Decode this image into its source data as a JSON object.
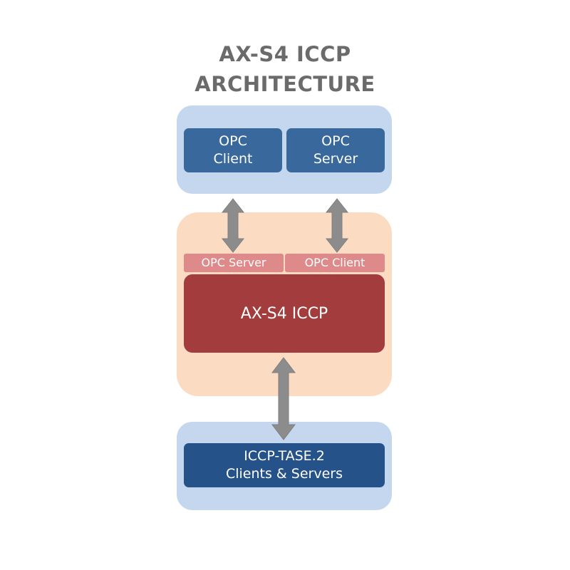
{
  "title": {
    "line1": "AX-S4 ICCP",
    "line2": "ARCHITECTURE"
  },
  "top_panel": {
    "opc_client": {
      "line1": "OPC",
      "line2": "Client"
    },
    "opc_server": {
      "line1": "OPC",
      "line2": "Server"
    }
  },
  "middle_panel": {
    "strip_left": "OPC Server",
    "strip_right": "OPC Client",
    "core": "AX-S4 ICCP"
  },
  "bottom_panel": {
    "iccp": {
      "line1": "ICCP-TASE.2",
      "line2": "Clients & Servers"
    }
  },
  "colors": {
    "title_text": "#6b6b6b",
    "outer_blue_panel": "#c5d7ee",
    "outer_peach_panel": "#fbdcc3",
    "opc_box_blue": "#38689c",
    "iccp_box_blue": "#26528a",
    "label_strip_pink": "#df8a8a",
    "core_red": "#a33d3d",
    "arrow_gray": "#8c8c8c"
  },
  "icons": {
    "arrow": "double-headed-vertical-arrow-icon"
  }
}
